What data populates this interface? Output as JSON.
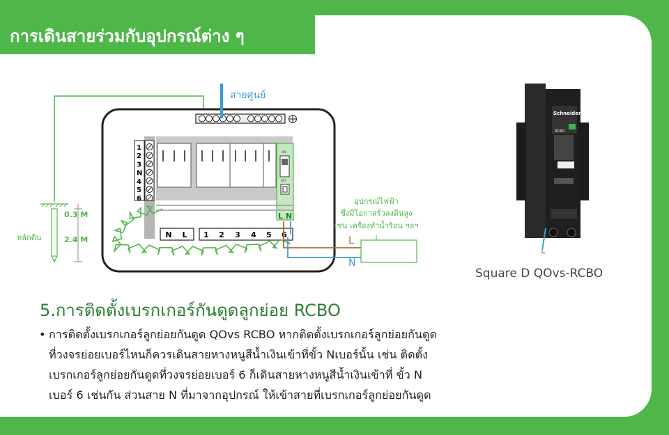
{
  "header": {
    "title": "การเดินสายร่วมกับอุปกรณ์ต่าง ๆ"
  },
  "diagram": {
    "neutral_bar_label": "สายศูนย์",
    "ground_rod_label": "หลักดิน",
    "depth_top": "0.3 M",
    "depth_bottom": "2.4 M",
    "appliance_label_lines": [
      "อุปกรณ์ไฟฟ้า",
      "ซึ่งมีโอกาสรั่วลงดินสูง",
      "เช่น เครื่องทำน้ำร้อน ฯลฯ"
    ],
    "rcbo_terminals": "L N",
    "line_label": "L",
    "neutral_label": "N",
    "left_terminal_numbers": [
      "1",
      "2",
      "3",
      "N",
      "4",
      "5",
      "6"
    ],
    "bottom_terminal_labels": [
      "N",
      "L",
      "1",
      "2",
      "3",
      "4",
      "5",
      "6"
    ],
    "breaker_on": "ON",
    "breaker_off": "OFF",
    "colors": {
      "green": "#4fb74a",
      "neutral_blue": "#3d9ad6",
      "line_brown": "#b06a2a",
      "rcbo_body": "#c4e8c0"
    }
  },
  "product": {
    "brand": "Schneider",
    "model_badge": "RCBO",
    "caption": "Square D QOvs-RCBO"
  },
  "section": {
    "title": "5.การติดตั้งเบรกเกอร์กันดูดลูกย่อย RCBO",
    "bullet": "•",
    "lines": [
      "การติดตั้งเบรกเกอร์ลูกย่อยกันดูด QOvs RCBO หากติดตั้งเบรกเกอร์ลูกย่อยกันดูด",
      "ที่วงจรย่อยเบอร์ไหนก็ควรเดินสายหางหนูสีน้ำเงินเข้าที่ขั้ว Nเบอร์นั้น เช่น ติดตั้ง",
      "เบรกเกอร์ลูกย่อยกันดูดที่วงจรย่อยเบอร์ 6 ก็เดินสายหางหนูสีน้ำเงินเข้าที่ ขั้ว N",
      "เบอร์ 6 เช่นกัน ส่วนสาย N ที่มาจากอุปกรณ์ ให้เข้าสายที่เบรกเกอร์ลูกย่อยกันดูด"
    ]
  }
}
